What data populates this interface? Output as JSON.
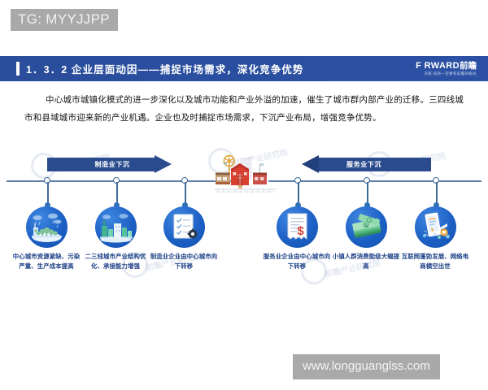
{
  "overlay": {
    "tg_tag": "TG: MYYJJPP",
    "url_watermark": "www.longguanglss.com",
    "watermark_text": "前瞻产业研究院"
  },
  "header": {
    "section_number": "1.3.2",
    "title": "1．3．2  企业层面动因——捕捉市场需求，深化竞争优势",
    "logo_main_latin": "F RWARD",
    "logo_main_cjk": "前瞻",
    "logo_sub": "决策·投资一定要有前瞻的眼光",
    "bar_color": "#2b4fa0",
    "accent_color": "#ffffff"
  },
  "body": {
    "paragraph": "中心城市城镇化模式的进一步深化以及城市功能和产业外溢的加速，催生了城市群内部产业的迁移。三四线城市和县域城市迎来新的产业机遇。企业也及时捕捉市场需求，下沉产业布局，增强竞争优势。"
  },
  "diagram": {
    "arrows": [
      {
        "label": "制造业下沉",
        "direction": "right",
        "color": "#2a4b8d"
      },
      {
        "label": "服务业下沉",
        "direction": "left",
        "color": "#21407c"
      }
    ],
    "center_illustration": "factory-farm-illustration",
    "nodes": [
      {
        "icon": "polluted-city-icon",
        "caption": "中心城市资源紧缺、污染严重、生产成本提高"
      },
      {
        "icon": "industrial-city-icon",
        "caption": "二三线城市产业结构优化、承接能力增强"
      },
      {
        "icon": "checklist-gear-icon",
        "caption": "制造业企业由中心城市向下转移"
      },
      {
        "icon": "invoice-dollar-icon",
        "caption": "服务业企业由中心城市向下转移"
      },
      {
        "icon": "cash-stack-icon",
        "caption": "小镇人群消费能级大幅提高"
      },
      {
        "icon": "mobile-ecommerce-icon",
        "caption": "互联网蓬勃发展、网络电商横空出世"
      }
    ],
    "timeline_color": "#5b7fa8",
    "circle_color": "#1b5fc4"
  }
}
